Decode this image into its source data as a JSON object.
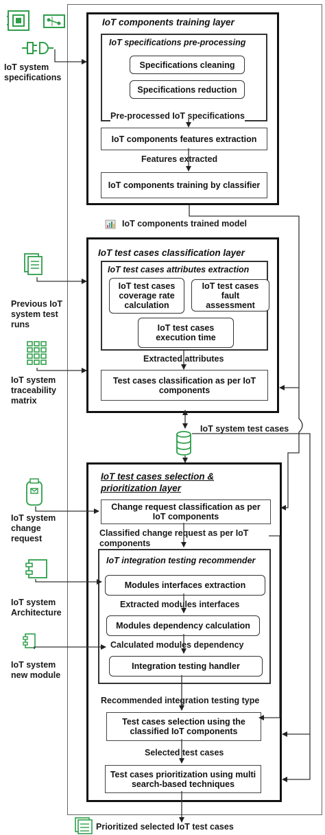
{
  "inputs": {
    "specs": "IoT system specifications",
    "prev_runs": "Previous IoT system test runs",
    "trace": "IoT system traceability matrix",
    "change": "IoT system change request",
    "arch": "IoT system Architecture",
    "module": "IoT system new module"
  },
  "layer1": {
    "title": "IoT components training layer",
    "sub_title": "IoT specifications  pre-processing",
    "cleaning": "Specifications cleaning",
    "reduction": "Specifications reduction",
    "preprocessed": "Pre-processed IoT specifications",
    "features_extraction": "IoT components features extraction",
    "features_extracted": "Features extracted",
    "training": "IoT components training by classifier"
  },
  "trained_model": "IoT components trained model",
  "layer2": {
    "title": "IoT test cases classification layer",
    "sub_title": "IoT test cases attributes extraction",
    "coverage": "IoT test cases coverage rate calculation",
    "fault": "IoT test cases fault assessment",
    "exec_time": "IoT test cases execution time",
    "extracted": "Extracted  attributes",
    "classification": "Test cases classification  as per IoT components"
  },
  "system_test_cases": "IoT system test cases",
  "layer3": {
    "title_line1": "IoT test cases selection &",
    "title_line2": "prioritization layer",
    "change_classification": "Change request classification  as per IoT components",
    "classified_change": "Classified  change request as per IoT components",
    "recommender_title": "IoT integration testing recommender",
    "modules_extraction": "Modules interfaces extraction",
    "extracted_modules": "Extracted modules interfaces",
    "dependency_calc": "Modules dependency calculation",
    "calculated_dependency": "Calculated modules dependency",
    "integration_handler": "Integration testing handler",
    "recommended_type": "Recommended integration testing type",
    "selection": "Test cases selection using the classified  IoT components",
    "selected": "Selected test cases",
    "prioritization": "Test cases prioritization using multi search-based techniques"
  },
  "output": "Prioritized selected IoT test cases",
  "colors": {
    "icon": "#2e9e4a",
    "line": "#333333"
  }
}
